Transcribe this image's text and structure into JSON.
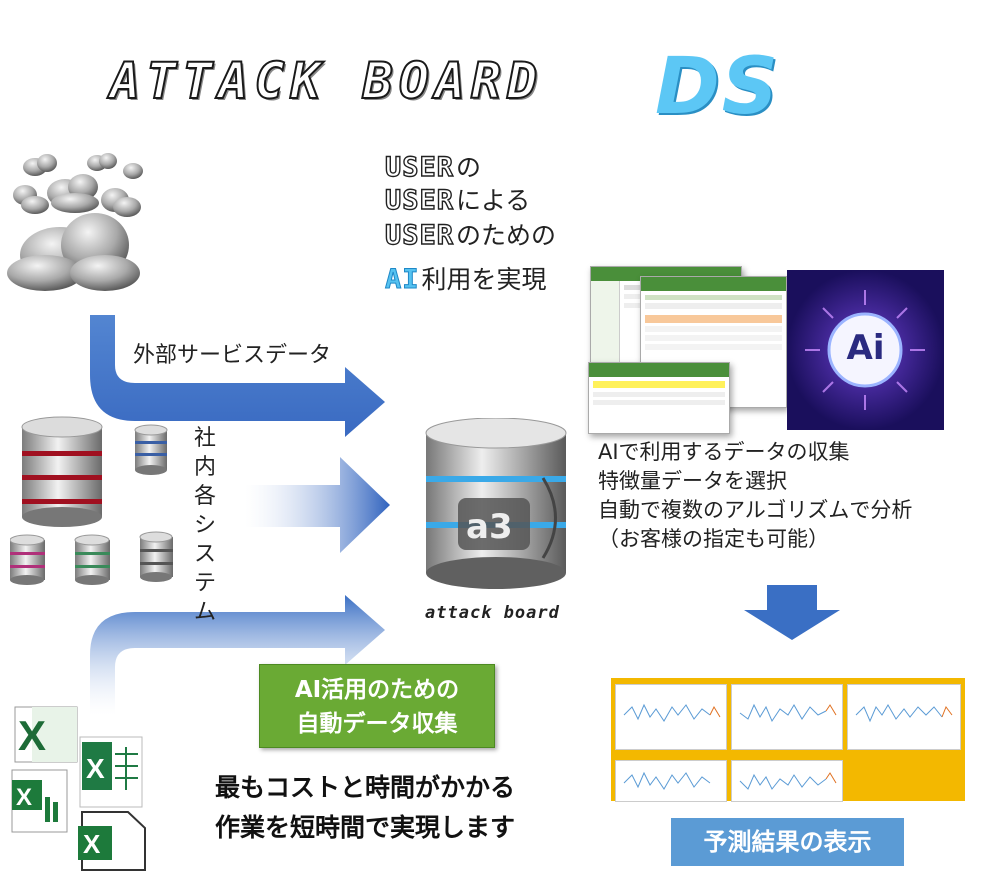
{
  "logo": {
    "main": "ATTACK BOARD",
    "suffix": "DS",
    "small": "attack board"
  },
  "tagline": [
    {
      "keyword": "USER",
      "rest": "の"
    },
    {
      "keyword": "USER",
      "rest": "による"
    },
    {
      "keyword": "USER",
      "rest": "のための"
    },
    {
      "keyword": "AI",
      "rest": "利用を実現"
    }
  ],
  "sources": {
    "external": "外部サービスデータ",
    "internal": "社内各システム"
  },
  "ai_box_label": "Ai",
  "description": [
    "AIで利用するデータの収集",
    "特徴量データを選択",
    "自動で複数のアルゴリズムで分析",
    "（お客様の指定も可能）"
  ],
  "green_box": {
    "line1": "AI活用のための",
    "line2": "自動データ収集"
  },
  "bottom_text": {
    "line1": "最もコストと時間がかかる",
    "line2": "作業を短時間で実現します"
  },
  "result_label": "予測結果の表示",
  "colors": {
    "arrow_blue": "#3a6fc4",
    "green_box": "#6aaa34",
    "result_box": "#5b9bd5",
    "result_panel": "#f3b800",
    "ds_blue": "#5cc7f5"
  }
}
